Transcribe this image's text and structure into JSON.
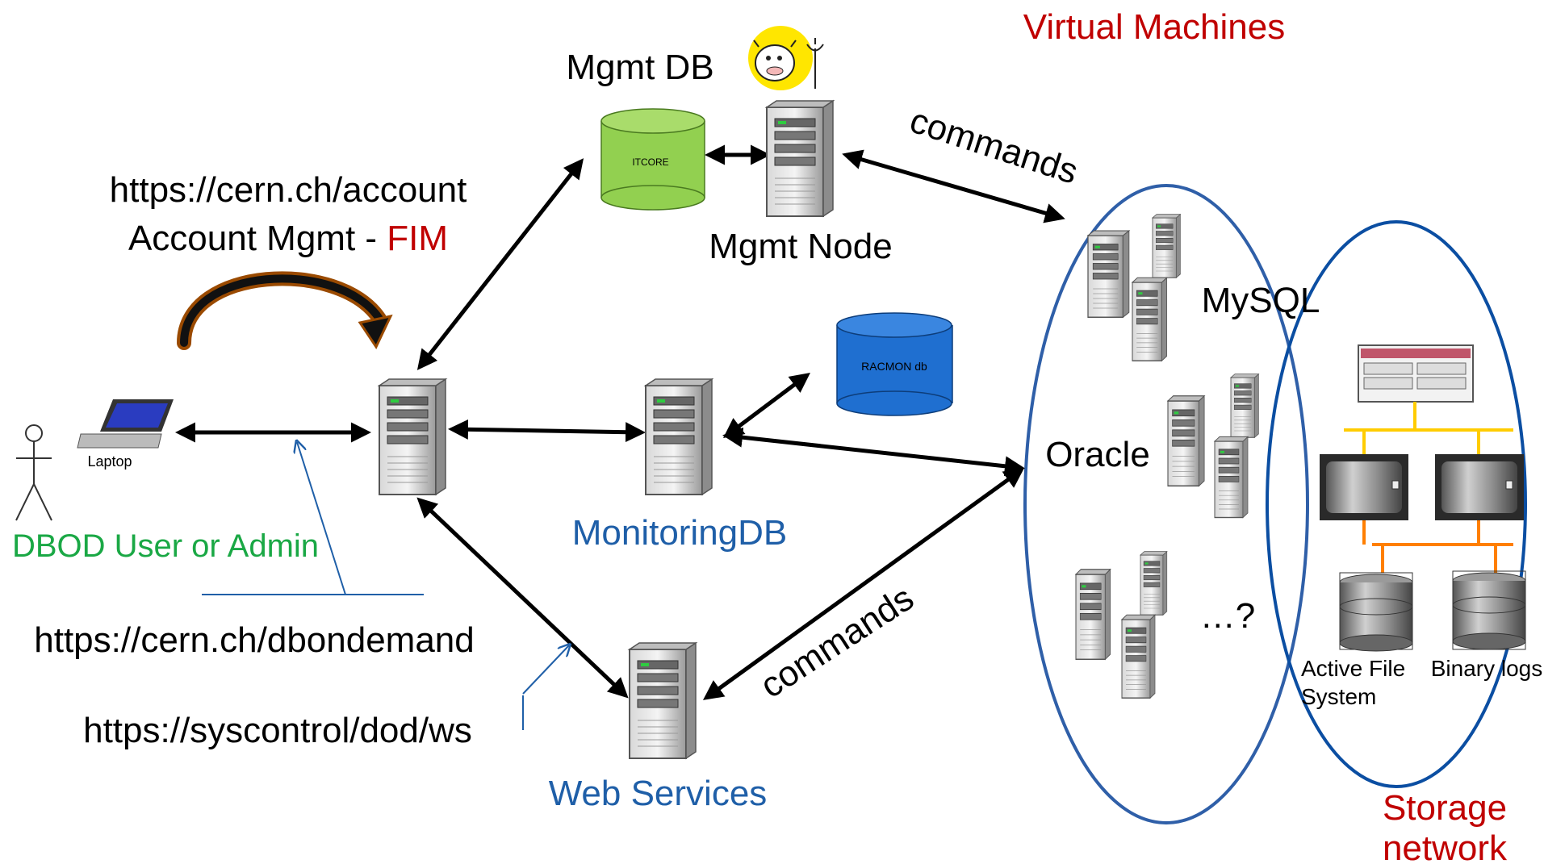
{
  "colors": {
    "black": "#000000",
    "dark_red": "#c00000",
    "blue": "#1f5fa8",
    "green": "#1aa845",
    "ellipse_blue": "#2f5fa8",
    "db_green": "#92d050",
    "db_blue": "#1f6fd0",
    "orange_arrow": "#9a4a00",
    "yellow": "#ffcc00",
    "orange_line": "#ff7f00"
  },
  "labels": {
    "virtual_machines": "Virtual Machines",
    "mgmt_db": "Mgmt DB",
    "itcore": "ITCORE",
    "mgmt_node": "Mgmt Node",
    "commands_top": "commands",
    "commands_bottom": "commands",
    "account_url": "https://cern.ch/account",
    "account_mgmt": "Account Mgmt - ",
    "fim": "FIM",
    "mysql": "MySQL",
    "racmon": "RACMON db",
    "laptop": "Laptop",
    "oracle": "Oracle",
    "dbod_user": "DBOD User or Admin",
    "monitoring_db": "MonitoringDB",
    "dbondemand_url": "https://cern.ch/dbondemand",
    "ellipsis": "…?",
    "active_fs_1": "Active File",
    "active_fs_2": "System",
    "binary_logs": "Binary logs",
    "syscontrol_url": "https://syscontrol/dod/ws",
    "web_services": "Web Services",
    "storage_1": "Storage",
    "storage_2": "network"
  },
  "icons": [
    "person-icon",
    "laptop-icon",
    "server-icon",
    "database-icon",
    "mascot-icon",
    "storage-shelf-icon",
    "disk-array-icon",
    "curved-arrow-icon"
  ]
}
